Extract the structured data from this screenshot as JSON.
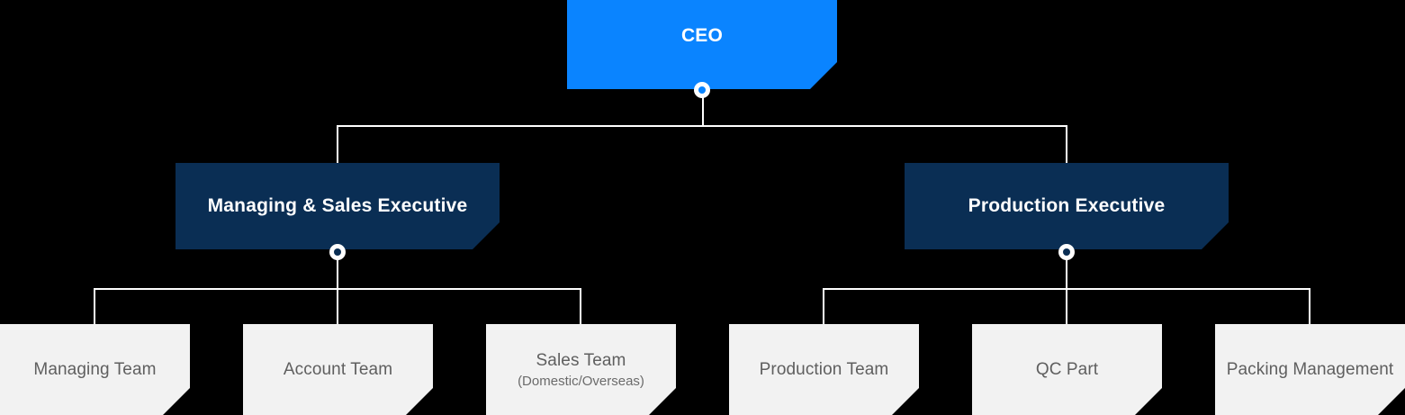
{
  "chart_data": {
    "type": "diagram",
    "subtype": "organization-chart",
    "title": "",
    "background_color": "#000000",
    "connector_color": "#ffffff",
    "levels": 3,
    "nodes": [
      {
        "id": "ceo",
        "label": "CEO",
        "level": 1,
        "parent": null,
        "style": "primary",
        "color": "#0a84ff",
        "text_color": "#ffffff"
      },
      {
        "id": "managing-sales-executive",
        "label": "Managing & Sales Executive",
        "level": 2,
        "parent": "ceo",
        "style": "executive",
        "color": "#0a2e54",
        "text_color": "#ffffff"
      },
      {
        "id": "production-executive",
        "label": "Production Executive",
        "level": 2,
        "parent": "ceo",
        "style": "executive",
        "color": "#0a2e54",
        "text_color": "#ffffff"
      },
      {
        "id": "managing-team",
        "label": "Managing Team",
        "subtitle": "",
        "level": 3,
        "parent": "managing-sales-executive",
        "style": "team",
        "color": "#f2f2f2",
        "text_color": "#5f5f5f"
      },
      {
        "id": "account-team",
        "label": "Account Team",
        "subtitle": "",
        "level": 3,
        "parent": "managing-sales-executive",
        "style": "team",
        "color": "#f2f2f2",
        "text_color": "#5f5f5f"
      },
      {
        "id": "sales-team",
        "label": "Sales Team",
        "subtitle": "(Domestic/Overseas)",
        "level": 3,
        "parent": "managing-sales-executive",
        "style": "team",
        "color": "#f2f2f2",
        "text_color": "#5f5f5f"
      },
      {
        "id": "production-team",
        "label": "Production Team",
        "subtitle": "",
        "level": 3,
        "parent": "production-executive",
        "style": "team",
        "color": "#f2f2f2",
        "text_color": "#5f5f5f"
      },
      {
        "id": "qc-part",
        "label": "QC Part",
        "subtitle": "",
        "level": 3,
        "parent": "production-executive",
        "style": "team",
        "color": "#f2f2f2",
        "text_color": "#5f5f5f"
      },
      {
        "id": "packing-management",
        "label": "Packing Management",
        "subtitle": "",
        "level": 3,
        "parent": "production-executive",
        "style": "team",
        "color": "#f2f2f2",
        "text_color": "#5f5f5f"
      }
    ]
  },
  "nodes": {
    "ceo": {
      "label": "CEO"
    },
    "managing_sales_executive": {
      "label": "Managing & Sales Executive"
    },
    "production_executive": {
      "label": "Production Executive"
    },
    "managing_team": {
      "label": "Managing Team"
    },
    "account_team": {
      "label": "Account Team"
    },
    "sales_team": {
      "label": "Sales Team",
      "subtitle": "(Domestic/Overseas)"
    },
    "production_team": {
      "label": "Production Team"
    },
    "qc_part": {
      "label": "QC Part"
    },
    "packing_management": {
      "label": "Packing Management"
    }
  },
  "colors": {
    "background": "#000000",
    "primary": "#0a84ff",
    "executive": "#0a2e54",
    "team": "#f2f2f2",
    "connector": "#ffffff",
    "team_text": "#5f5f5f"
  }
}
